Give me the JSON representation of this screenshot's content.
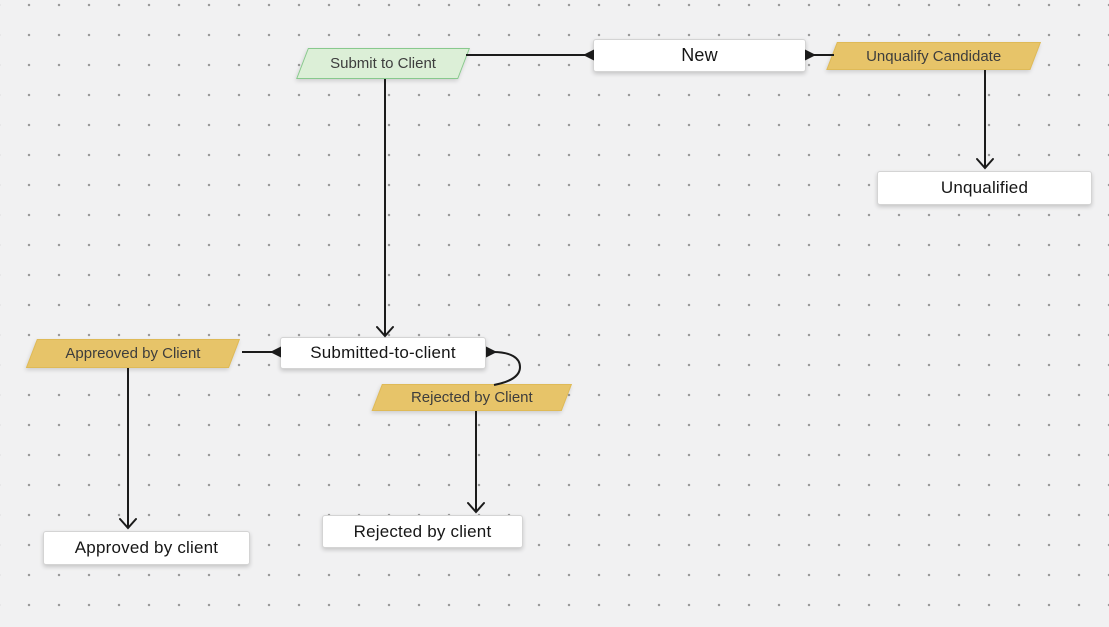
{
  "canvas": {
    "background_color": "#f1f1f2",
    "dot_color": "#9b9b9b",
    "edge_color": "#1b1b1b"
  },
  "workflow": {
    "states": {
      "new": "New",
      "unqualified": "Unqualified",
      "submitted_to_client": "Submitted-to-client",
      "approved_by_client": "Approved by client",
      "rejected_by_client": "Rejected by client"
    },
    "transitions": {
      "submit_to_client": "Submit to Client",
      "unqualify_candidate": "Unqualify Candidate",
      "appreoved_by_client": "Appreoved by Client",
      "rejected_by_client": "Rejected by Client"
    },
    "colors": {
      "start_transition_fill": "#dcefd7",
      "start_transition_border": "#88c98d",
      "transition_fill": "#e7c469",
      "state_fill": "#ffffff",
      "state_border": "#d4d4d4"
    }
  }
}
